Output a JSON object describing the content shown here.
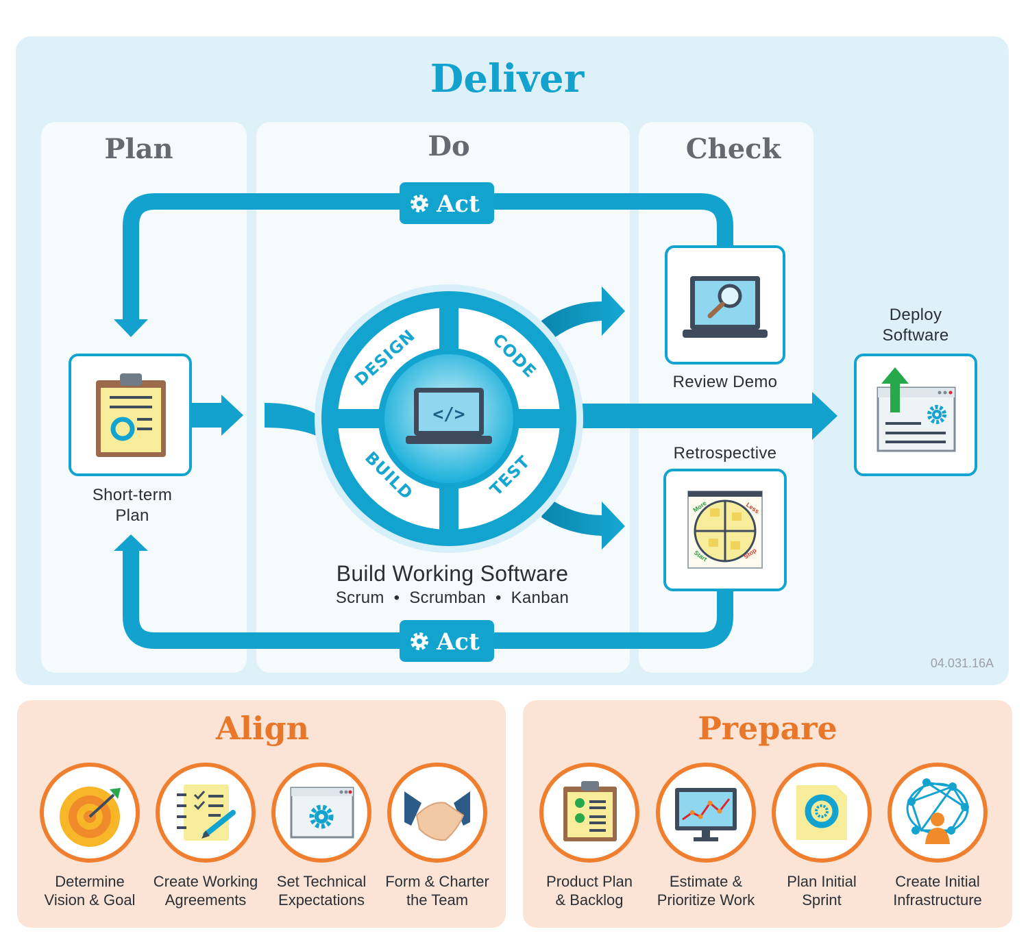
{
  "deliver": {
    "title": "Deliver",
    "columns": {
      "plan": "Plan",
      "do": "Do",
      "check": "Check"
    },
    "act_top": "Act",
    "act_bottom": "Act",
    "short_term_plan": "Short-term\nPlan",
    "wheel": {
      "design": "DESIGN",
      "code": "CODE",
      "build": "BUILD",
      "test": "TEST"
    },
    "build_title": "Build Working Software",
    "build_subtitle": "Scrum  •  Scrumban  •  Kanban",
    "review_demo": "Review Demo",
    "retrospective": "Retrospective",
    "retro_quadrants": {
      "more": "More",
      "less": "Less",
      "start": "Start",
      "stop": "Stop"
    },
    "deploy": "Deploy\nSoftware",
    "code_ref": "04.031.16A"
  },
  "align": {
    "title": "Align",
    "items": [
      {
        "label": "Determine\nVision & Goal",
        "icon": "target-icon"
      },
      {
        "label": "Create Working\nAgreements",
        "icon": "checklist-icon"
      },
      {
        "label": "Set Technical\nExpectations",
        "icon": "settings-window-icon"
      },
      {
        "label": "Form & Charter\nthe Team",
        "icon": "handshake-icon"
      }
    ]
  },
  "prepare": {
    "title": "Prepare",
    "items": [
      {
        "label": "Product Plan\n& Backlog",
        "icon": "clipboard-icon"
      },
      {
        "label": "Estimate &\nPrioritize Work",
        "icon": "monitor-chart-icon"
      },
      {
        "label": "Plan Initial\nSprint",
        "icon": "sprint-document-icon"
      },
      {
        "label": "Create Initial\nInfrastructure",
        "icon": "network-icon"
      }
    ]
  },
  "colors": {
    "deliver_bg": "#dff1f8",
    "column_bg": "#f5fafd",
    "blue": "#13a3cf",
    "blue_dark": "#0a87b0",
    "orange": "#ef7f2f",
    "align_bg": "#fbe4d6",
    "title_orange": "#e8772a"
  }
}
